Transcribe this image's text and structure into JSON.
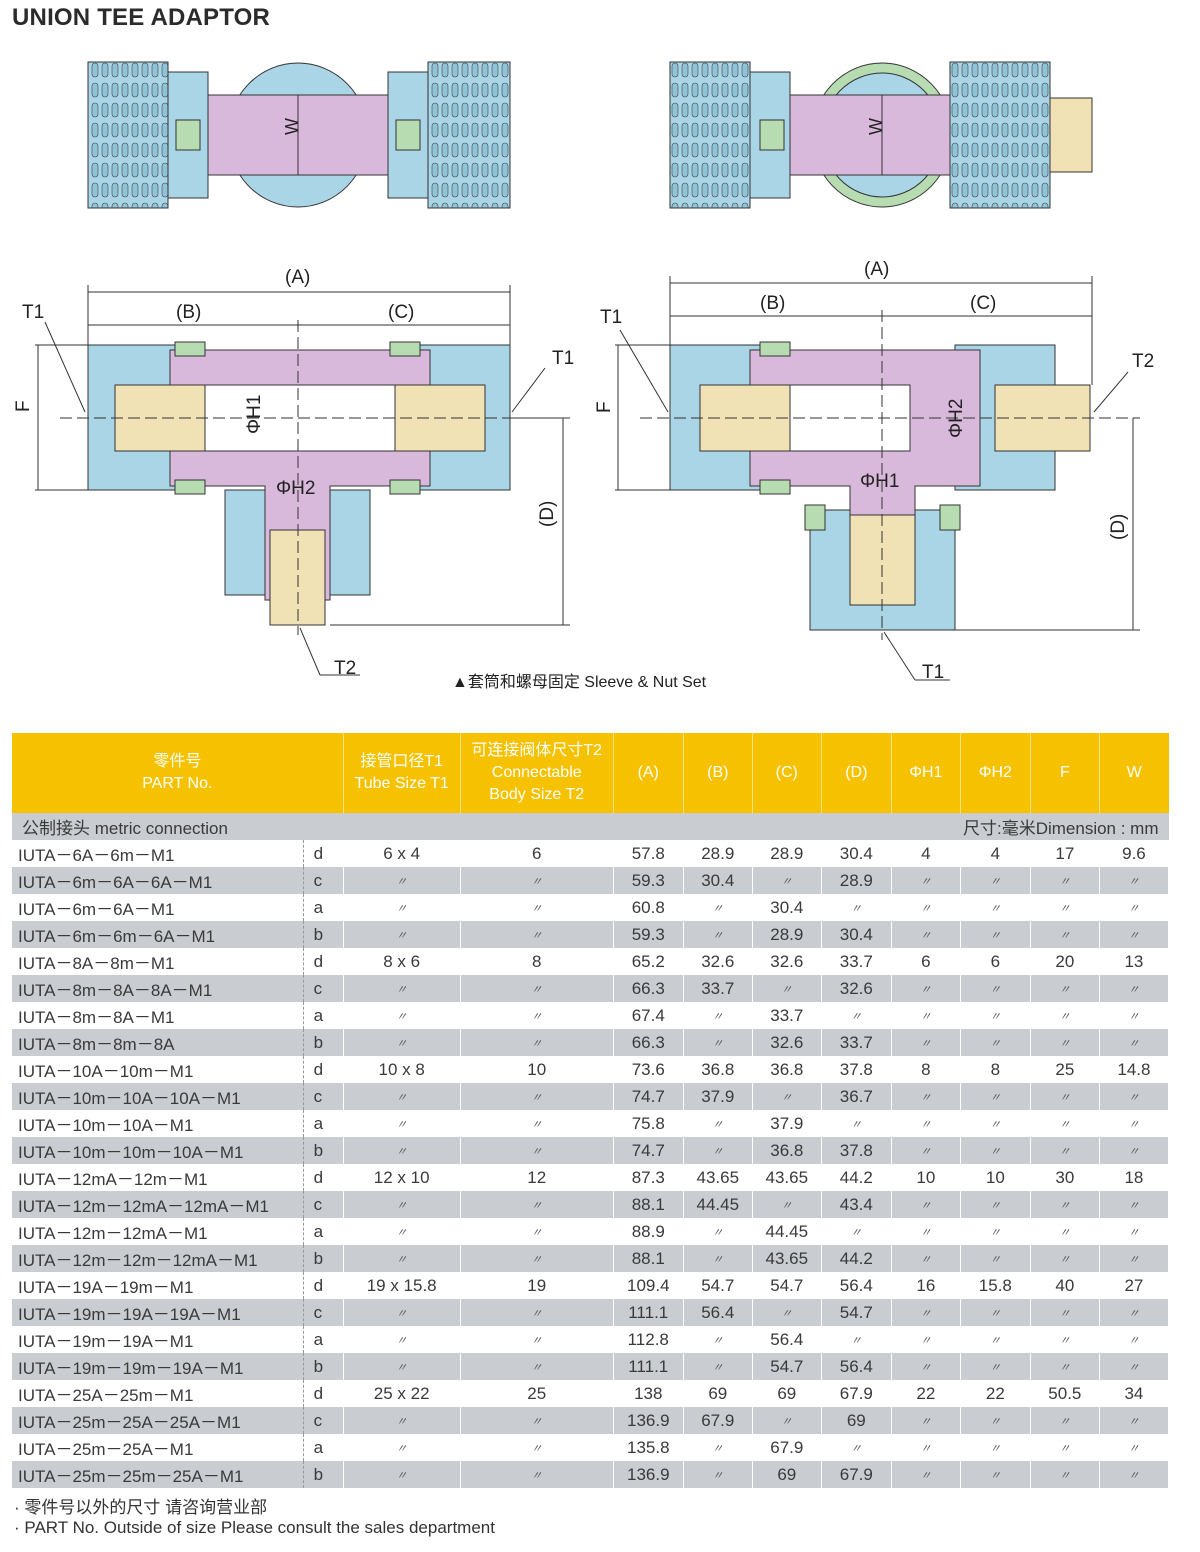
{
  "title": "UNION TEE ADAPTOR",
  "diagram": {
    "top_left": {
      "w": "W"
    },
    "top_right": {
      "w": "W"
    },
    "left": {
      "a": "(A)",
      "b": "(B)",
      "c": "(C)",
      "d": "(D)",
      "t1_left": "T1",
      "t1_right": "T1",
      "t2": "T2",
      "f": "F",
      "h1": "ΦH1",
      "h2": "ΦH2"
    },
    "right": {
      "a": "(A)",
      "b": "(B)",
      "c": "(C)",
      "d": "(D)",
      "t1_left": "T1",
      "t1_bottom": "T1",
      "t2": "T2",
      "f": "F",
      "h1": "ΦH1",
      "h2": "ΦH2"
    },
    "caption": "▲套筒和螺母固定 Sleeve & Nut Set"
  },
  "table": {
    "headers": [
      [
        "零件号",
        "PART No."
      ],
      [
        "接管口径T1",
        "Tube Size T1"
      ],
      [
        "可连接阀体尺寸T2",
        "Connectable",
        "Body Size T2"
      ],
      [
        "(A)"
      ],
      [
        "(B)"
      ],
      [
        "(C)"
      ],
      [
        "(D)"
      ],
      [
        "ΦH1"
      ],
      [
        "ΦH2"
      ],
      [
        "F"
      ],
      [
        "W"
      ]
    ],
    "section_label": "公制接头 metric connection",
    "unit_label": "尺寸:毫米Dimension : mm",
    "rows": [
      [
        "IUTA－6A－6m－M1",
        "d",
        "6 x 4",
        "6",
        "57.8",
        "28.9",
        "28.9",
        "30.4",
        "4",
        "4",
        "17",
        "9.6"
      ],
      [
        "IUTA－6m－6A－6A－M1",
        "c",
        "〃",
        "〃",
        "59.3",
        "30.4",
        "〃",
        "28.9",
        "〃",
        "〃",
        "〃",
        "〃"
      ],
      [
        "IUTA－6m－6A－M1",
        "a",
        "〃",
        "〃",
        "60.8",
        "〃",
        "30.4",
        "〃",
        "〃",
        "〃",
        "〃",
        "〃"
      ],
      [
        "IUTA－6m－6m－6A－M1",
        "b",
        "〃",
        "〃",
        "59.3",
        "〃",
        "28.9",
        "30.4",
        "〃",
        "〃",
        "〃",
        "〃"
      ],
      [
        "IUTA－8A－8m－M1",
        "d",
        "8 x 6",
        "8",
        "65.2",
        "32.6",
        "32.6",
        "33.7",
        "6",
        "6",
        "20",
        "13"
      ],
      [
        "IUTA－8m－8A－8A－M1",
        "c",
        "〃",
        "〃",
        "66.3",
        "33.7",
        "〃",
        "32.6",
        "〃",
        "〃",
        "〃",
        "〃"
      ],
      [
        "IUTA－8m－8A－M1",
        "a",
        "〃",
        "〃",
        "67.4",
        "〃",
        "33.7",
        "〃",
        "〃",
        "〃",
        "〃",
        "〃"
      ],
      [
        "IUTA－8m－8m－8A",
        "b",
        "〃",
        "〃",
        "66.3",
        "〃",
        "32.6",
        "33.7",
        "〃",
        "〃",
        "〃",
        "〃"
      ],
      [
        "IUTA－10A－10m－M1",
        "d",
        "10 x 8",
        "10",
        "73.6",
        "36.8",
        "36.8",
        "37.8",
        "8",
        "8",
        "25",
        "14.8"
      ],
      [
        "IUTA－10m－10A－10A－M1",
        "c",
        "〃",
        "〃",
        "74.7",
        "37.9",
        "〃",
        "36.7",
        "〃",
        "〃",
        "〃",
        "〃"
      ],
      [
        "IUTA－10m－10A－M1",
        "a",
        "〃",
        "〃",
        "75.8",
        "〃",
        "37.9",
        "〃",
        "〃",
        "〃",
        "〃",
        "〃"
      ],
      [
        "IUTA－10m－10m－10A－M1",
        "b",
        "〃",
        "〃",
        "74.7",
        "〃",
        "36.8",
        "37.8",
        "〃",
        "〃",
        "〃",
        "〃"
      ],
      [
        "IUTA－12mA－12m－M1",
        "d",
        "12 x 10",
        "12",
        "87.3",
        "43.65",
        "43.65",
        "44.2",
        "10",
        "10",
        "30",
        "18"
      ],
      [
        "IUTA－12m－12mA－12mA－M1",
        "c",
        "〃",
        "〃",
        "88.1",
        "44.45",
        "〃",
        "43.4",
        "〃",
        "〃",
        "〃",
        "〃"
      ],
      [
        "IUTA－12m－12mA－M1",
        "a",
        "〃",
        "〃",
        "88.9",
        "〃",
        "44.45",
        "〃",
        "〃",
        "〃",
        "〃",
        "〃"
      ],
      [
        "IUTA－12m－12m－12mA－M1",
        "b",
        "〃",
        "〃",
        "88.1",
        "〃",
        "43.65",
        "44.2",
        "〃",
        "〃",
        "〃",
        "〃"
      ],
      [
        "IUTA－19A－19m－M1",
        "d",
        "19 x 15.8",
        "19",
        "109.4",
        "54.7",
        "54.7",
        "56.4",
        "16",
        "15.8",
        "40",
        "27"
      ],
      [
        "IUTA－19m－19A－19A－M1",
        "c",
        "〃",
        "〃",
        "111.1",
        "56.4",
        "〃",
        "54.7",
        "〃",
        "〃",
        "〃",
        "〃"
      ],
      [
        "IUTA－19m－19A－M1",
        "a",
        "〃",
        "〃",
        "112.8",
        "〃",
        "56.4",
        "〃",
        "〃",
        "〃",
        "〃",
        "〃"
      ],
      [
        "IUTA－19m－19m－19A－M1",
        "b",
        "〃",
        "〃",
        "111.1",
        "〃",
        "54.7",
        "56.4",
        "〃",
        "〃",
        "〃",
        "〃"
      ],
      [
        "IUTA－25A－25m－M1",
        "d",
        "25 x 22",
        "25",
        "138",
        "69",
        "69",
        "67.9",
        "22",
        "22",
        "50.5",
        "34"
      ],
      [
        "IUTA－25m－25A－25A－M1",
        "c",
        "〃",
        "〃",
        "136.9",
        "67.9",
        "〃",
        "69",
        "〃",
        "〃",
        "〃",
        "〃"
      ],
      [
        "IUTA－25m－25A－M1",
        "a",
        "〃",
        "〃",
        "135.8",
        "〃",
        "67.9",
        "〃",
        "〃",
        "〃",
        "〃",
        "〃"
      ],
      [
        "IUTA－25m－25m－25A－M1",
        "b",
        "〃",
        "〃",
        "136.9",
        "〃",
        "69",
        "67.9",
        "〃",
        "〃",
        "〃",
        "〃"
      ]
    ]
  },
  "notes": [
    "· 零件号以外的尺寸 请咨询营业部",
    "· PART No. Outside of size Please consult the sales department"
  ],
  "colors": {
    "header": "#f6c200",
    "stripe": "#c9ccd0",
    "nut_blue": "#a9d5e6",
    "body_pink": "#d9b9db",
    "sleeve_green": "#b7dcb1",
    "insert_beige": "#f1e2b6"
  }
}
